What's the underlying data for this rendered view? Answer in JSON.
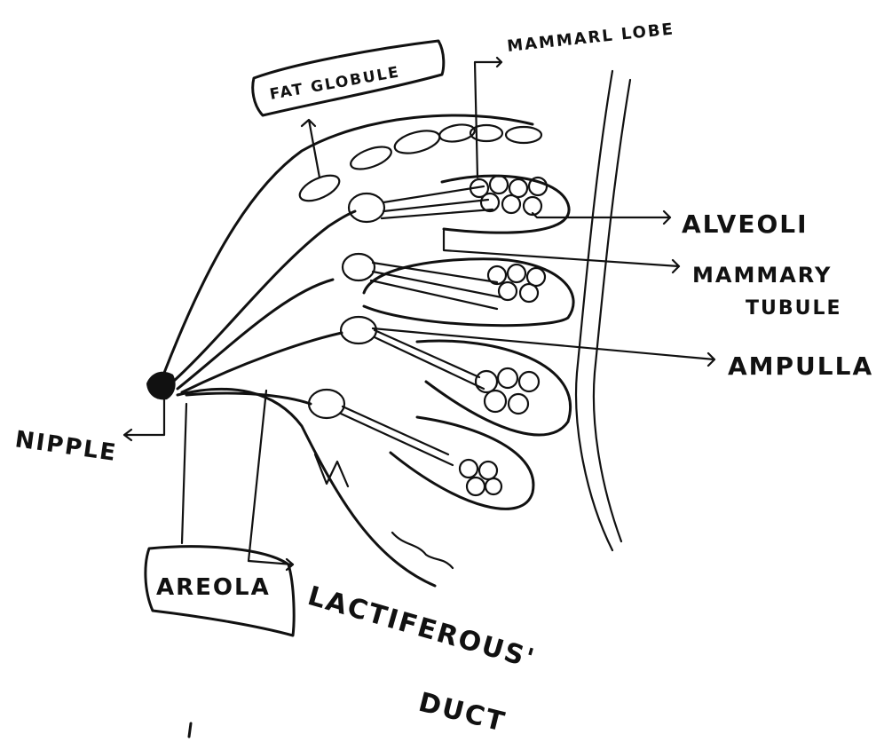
{
  "diagram": {
    "labels": {
      "fat_globule": "FAT GLOBULE",
      "mammary_lobe": "MAMMARL LOBE",
      "alveoli": "ALVEOLI",
      "mammary_tubule_line1": "MAMMARY",
      "mammary_tubule_line2": "TUBULE",
      "ampulla": "AMPULLA",
      "nipple": "NIPPLE",
      "areola": "AREOLA",
      "lactiferous_line1": "LACTIFEROUS'",
      "lactiferous_line2": "DUCT"
    },
    "ink_color": "#111111",
    "background_color": "#ffffff"
  }
}
